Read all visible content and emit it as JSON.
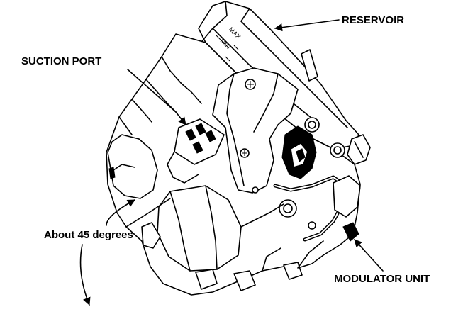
{
  "labels": {
    "reservoir": "RESERVOIR",
    "suction_port": "SUCTION PORT",
    "about_45": "About 45 degrees",
    "modulator_unit": "MODULATOR UNIT"
  },
  "reservoir_marks": {
    "max": "MAX",
    "min": "MIN"
  },
  "colors": {
    "line": "#000000",
    "background": "#ffffff"
  }
}
